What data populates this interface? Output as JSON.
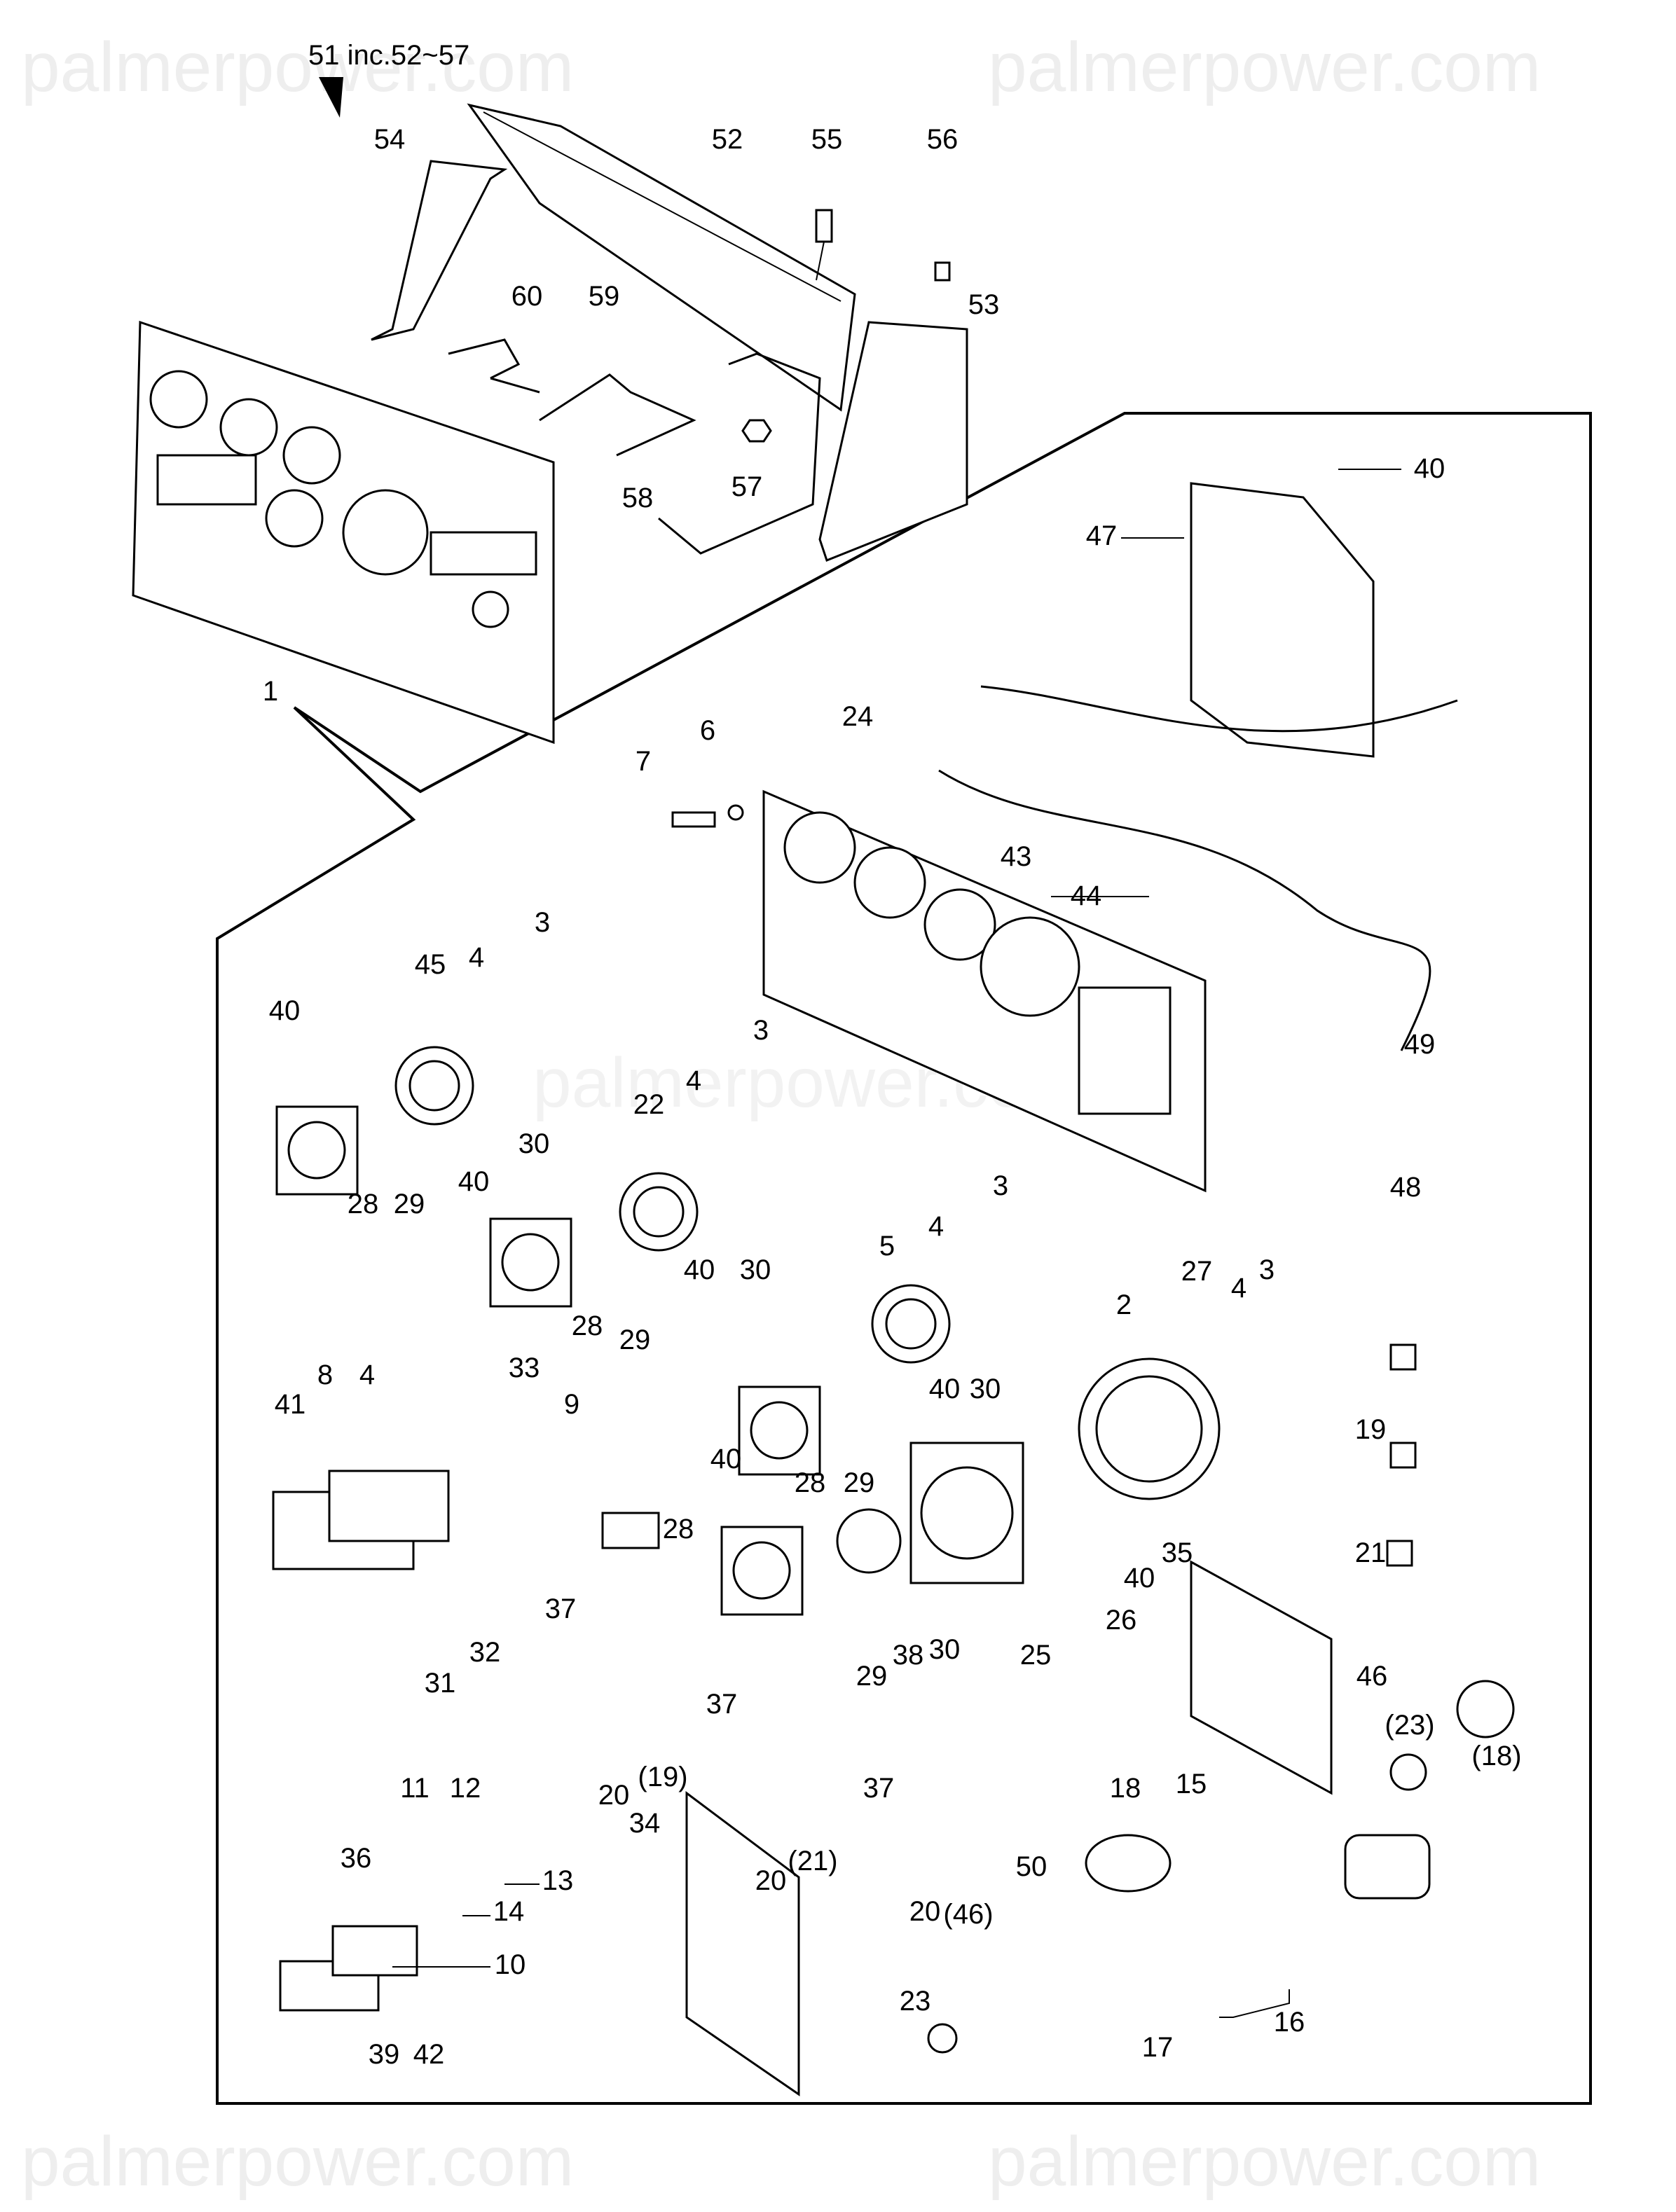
{
  "watermark": {
    "text": "palmerpower.com"
  },
  "header": {
    "assembly_note": "51 inc.52~57"
  },
  "diagram": {
    "title": "Instrument panel exploded parts diagram",
    "labels": [
      {
        "id": "54",
        "text": "54"
      },
      {
        "id": "52",
        "text": "52"
      },
      {
        "id": "55",
        "text": "55"
      },
      {
        "id": "56",
        "text": "56"
      },
      {
        "id": "60",
        "text": "60"
      },
      {
        "id": "59",
        "text": "59"
      },
      {
        "id": "53",
        "text": "53"
      },
      {
        "id": "58",
        "text": "58"
      },
      {
        "id": "57",
        "text": "57"
      },
      {
        "id": "1",
        "text": "1"
      },
      {
        "id": "40a",
        "text": "40"
      },
      {
        "id": "47",
        "text": "47"
      },
      {
        "id": "24",
        "text": "24"
      },
      {
        "id": "7",
        "text": "7"
      },
      {
        "id": "6",
        "text": "6"
      },
      {
        "id": "43",
        "text": "43"
      },
      {
        "id": "44",
        "text": "44"
      },
      {
        "id": "3a",
        "text": "3"
      },
      {
        "id": "45",
        "text": "45"
      },
      {
        "id": "4a",
        "text": "4"
      },
      {
        "id": "40b",
        "text": "40"
      },
      {
        "id": "30a",
        "text": "30"
      },
      {
        "id": "28a",
        "text": "28"
      },
      {
        "id": "29a",
        "text": "29"
      },
      {
        "id": "3b",
        "text": "3"
      },
      {
        "id": "4b",
        "text": "4"
      },
      {
        "id": "22",
        "text": "22"
      },
      {
        "id": "49",
        "text": "49"
      },
      {
        "id": "40c",
        "text": "40"
      },
      {
        "id": "30b",
        "text": "30"
      },
      {
        "id": "28b",
        "text": "28"
      },
      {
        "id": "29b",
        "text": "29"
      },
      {
        "id": "48",
        "text": "48"
      },
      {
        "id": "3c",
        "text": "3"
      },
      {
        "id": "4c",
        "text": "4"
      },
      {
        "id": "5",
        "text": "5"
      },
      {
        "id": "27",
        "text": "27"
      },
      {
        "id": "2",
        "text": "2"
      },
      {
        "id": "4d",
        "text": "4"
      },
      {
        "id": "3d",
        "text": "3"
      },
      {
        "id": "40d",
        "text": "40"
      },
      {
        "id": "30c",
        "text": "30"
      },
      {
        "id": "28c",
        "text": "28"
      },
      {
        "id": "29c",
        "text": "29"
      },
      {
        "id": "40e",
        "text": "40"
      },
      {
        "id": "19a",
        "text": "19"
      },
      {
        "id": "41",
        "text": "41"
      },
      {
        "id": "8",
        "text": "8"
      },
      {
        "id": "4e",
        "text": "4"
      },
      {
        "id": "33",
        "text": "33"
      },
      {
        "id": "9",
        "text": "9"
      },
      {
        "id": "28d",
        "text": "28"
      },
      {
        "id": "40f",
        "text": "40"
      },
      {
        "id": "21a",
        "text": "21"
      },
      {
        "id": "35",
        "text": "35"
      },
      {
        "id": "40g",
        "text": "40"
      },
      {
        "id": "26",
        "text": "26"
      },
      {
        "id": "25",
        "text": "25"
      },
      {
        "id": "30d",
        "text": "30"
      },
      {
        "id": "38",
        "text": "38"
      },
      {
        "id": "29d",
        "text": "29"
      },
      {
        "id": "46a",
        "text": "46"
      },
      {
        "id": "32",
        "text": "32"
      },
      {
        "id": "31",
        "text": "31"
      },
      {
        "id": "37a",
        "text": "37"
      },
      {
        "id": "23p",
        "text": "(23)"
      },
      {
        "id": "18p",
        "text": "(18)"
      },
      {
        "id": "20a",
        "text": "20"
      },
      {
        "id": "19p",
        "text": "(19)"
      },
      {
        "id": "37b",
        "text": "37"
      },
      {
        "id": "15",
        "text": "15"
      },
      {
        "id": "11",
        "text": "11"
      },
      {
        "id": "12",
        "text": "12"
      },
      {
        "id": "37c",
        "text": "37"
      },
      {
        "id": "18",
        "text": "18"
      },
      {
        "id": "36",
        "text": "36"
      },
      {
        "id": "13",
        "text": "13"
      },
      {
        "id": "20b",
        "text": "20"
      },
      {
        "id": "21p",
        "text": "(21)"
      },
      {
        "id": "34",
        "text": "34"
      },
      {
        "id": "50",
        "text": "50"
      },
      {
        "id": "14",
        "text": "14"
      },
      {
        "id": "10",
        "text": "10"
      },
      {
        "id": "20c",
        "text": "20"
      },
      {
        "id": "46p",
        "text": "(46)"
      },
      {
        "id": "23",
        "text": "23"
      },
      {
        "id": "39",
        "text": "39"
      },
      {
        "id": "42",
        "text": "42"
      },
      {
        "id": "17",
        "text": "17"
      },
      {
        "id": "16",
        "text": "16"
      }
    ]
  }
}
